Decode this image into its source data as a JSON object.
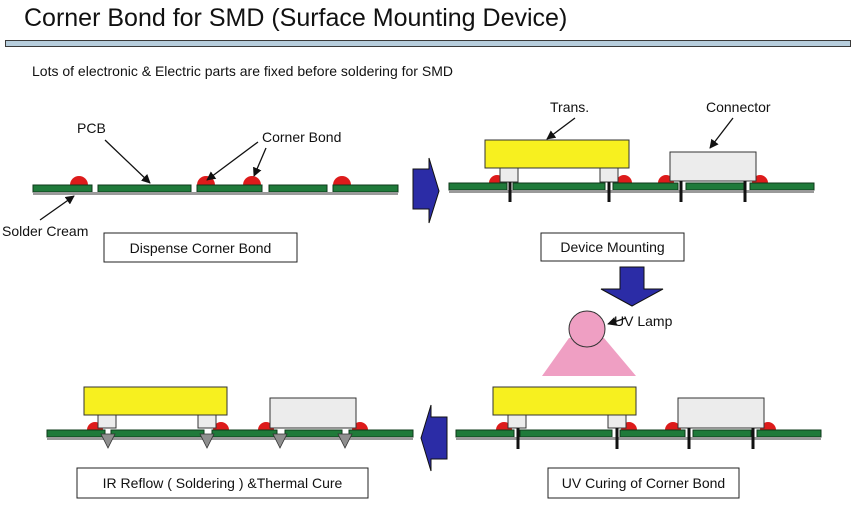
{
  "title": "Corner Bond for SMD (Surface Mounting Device)",
  "subtitle": "Lots of electronic & Electric parts are fixed before soldering for SMD",
  "labels": {
    "pcb": "PCB",
    "corner_bond": "Corner Bond",
    "solder_cream": "Solder Cream",
    "trans": "Trans.",
    "connector": "Connector",
    "uv_lamp": "UV Lamp"
  },
  "steps": {
    "dispense": "Dispense Corner Bond",
    "mounting": "Device Mounting",
    "uv_curing": "UV Curing of Corner Bond",
    "ir_reflow": "IR Reflow ( Soldering ) &Thermal Cure"
  },
  "colors": {
    "pcb_green": "#1f7a3a",
    "bond_red": "#dd1b1b",
    "trans_yellow": "#f7f01f",
    "connector_white": "#ececec",
    "arrow_blue": "#2b2ca6",
    "lamp_pink": "#ef9fc3",
    "divider": "#b7cedd"
  }
}
